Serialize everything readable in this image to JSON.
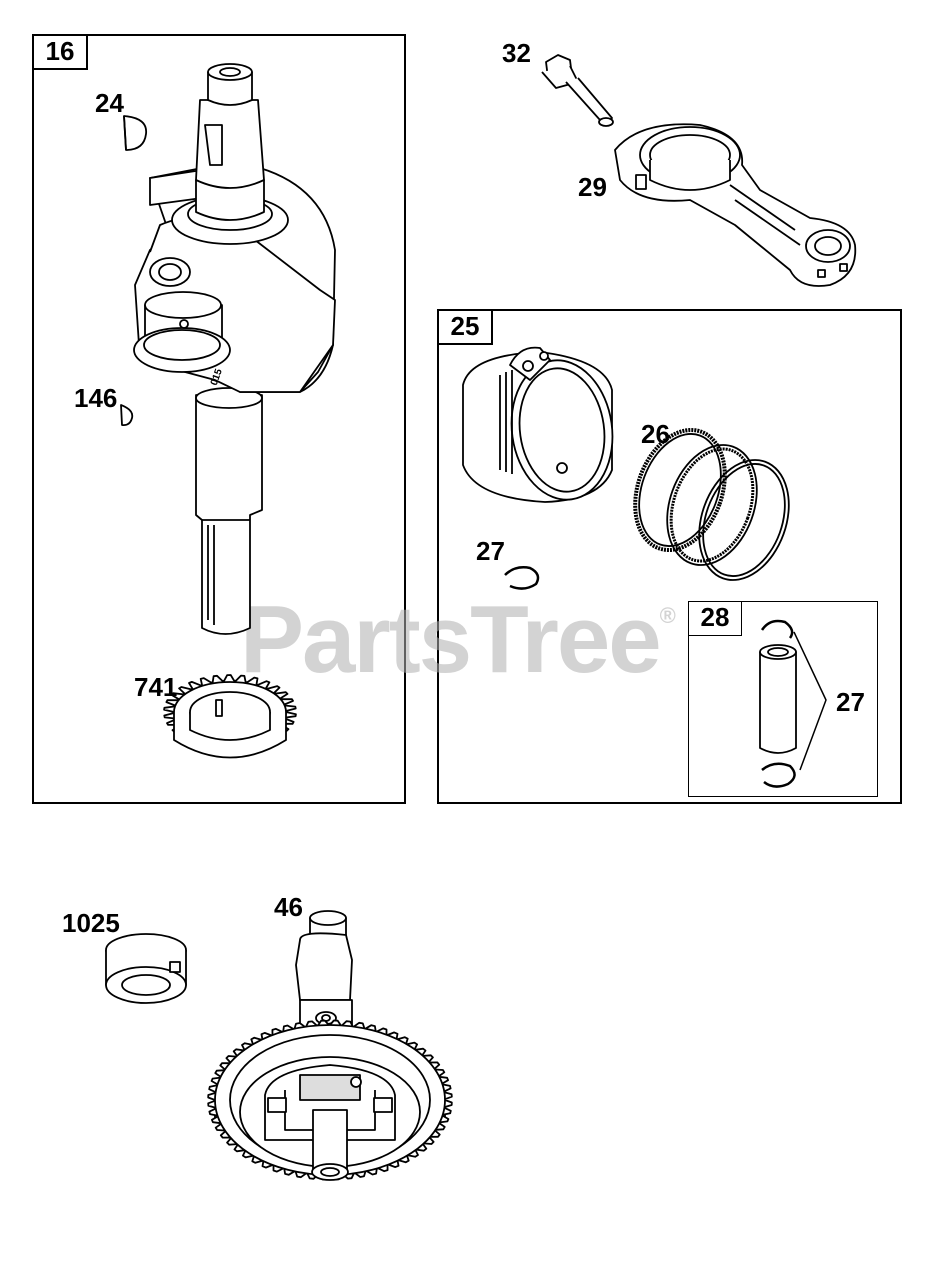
{
  "watermark": {
    "brand": "PartsTree",
    "mark": "®"
  },
  "groups": {
    "crankshaft": {
      "tag": "16"
    },
    "piston": {
      "tag": "25"
    },
    "piston_pin": {
      "tag": "28"
    }
  },
  "callouts": {
    "key_24": "24",
    "key_146": "146",
    "gear_741": "741",
    "bolt_32": "32",
    "rod_29": "29",
    "rings_26": "26",
    "clip_27_left": "27",
    "clip_27_right": "27",
    "washer_1025": "1025",
    "camshaft_46": "46"
  },
  "colors": {
    "line": "#000000",
    "fill": "#ffffff",
    "shade": "#e6e6e6",
    "dark": "#8a8a8a",
    "watermark": "#afafaf"
  }
}
